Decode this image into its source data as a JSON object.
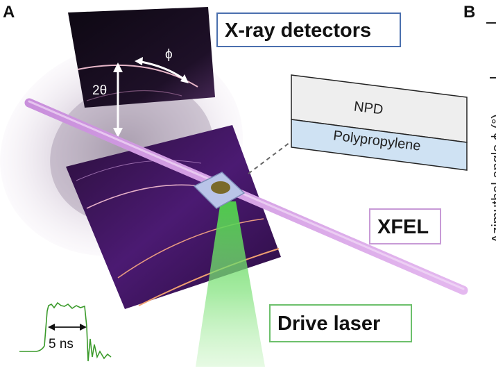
{
  "panels": {
    "a": "A",
    "b": "B"
  },
  "labels": {
    "xray_detectors": "X-ray detectors",
    "xfel": "XFEL",
    "drive_laser": "Drive laser",
    "npd": "NPD",
    "polypropylene": "Polypropylene",
    "two_theta": "2θ",
    "phi": "ϕ",
    "pulse_duration": "5 ns",
    "azimuthal_axis": "Azimuthal angle ϕ (°)"
  },
  "colors": {
    "detector_box": "#4a6fae",
    "xfel_box": "#c79ad6",
    "drive_box": "#6cc06b",
    "xfel_beam": "#d7a3e6",
    "drive_beam": "#6fdc6a",
    "polypropylene_layer": "#cfe2f3",
    "npd_layer": "#eeeeee",
    "pulse_trace": "#3a9a2a"
  }
}
